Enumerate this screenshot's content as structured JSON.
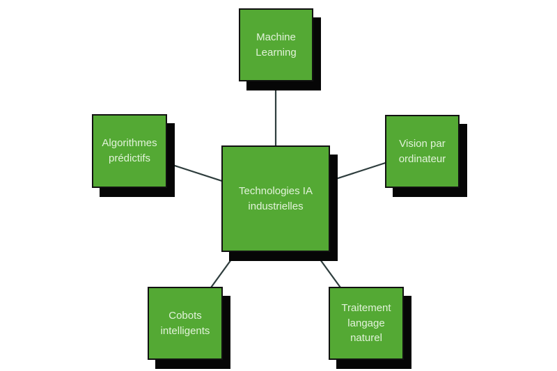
{
  "diagram": {
    "type": "hub-and-spoke",
    "background_color": "#ffffff",
    "node_fill_color": "#54A934",
    "node_border_color": "#111111",
    "node_text_color": "#E2F3DA",
    "node_shadow_color": "#060606",
    "connector_color": "#2E3D3D",
    "nodes": {
      "center": {
        "label": "Technologies IA industrielles"
      },
      "top": {
        "label": "Machine Learning"
      },
      "left": {
        "label": "Algorithmes prédictifs"
      },
      "right": {
        "label": "Vision par ordinateur"
      },
      "bottom_left": {
        "label": "Cobots intelligents"
      },
      "bottom_right": {
        "label": "Traitement langage naturel"
      }
    },
    "edges": [
      {
        "from": "center",
        "to": "top"
      },
      {
        "from": "center",
        "to": "left"
      },
      {
        "from": "center",
        "to": "right"
      },
      {
        "from": "center",
        "to": "bottom_left"
      },
      {
        "from": "center",
        "to": "bottom_right"
      }
    ]
  }
}
